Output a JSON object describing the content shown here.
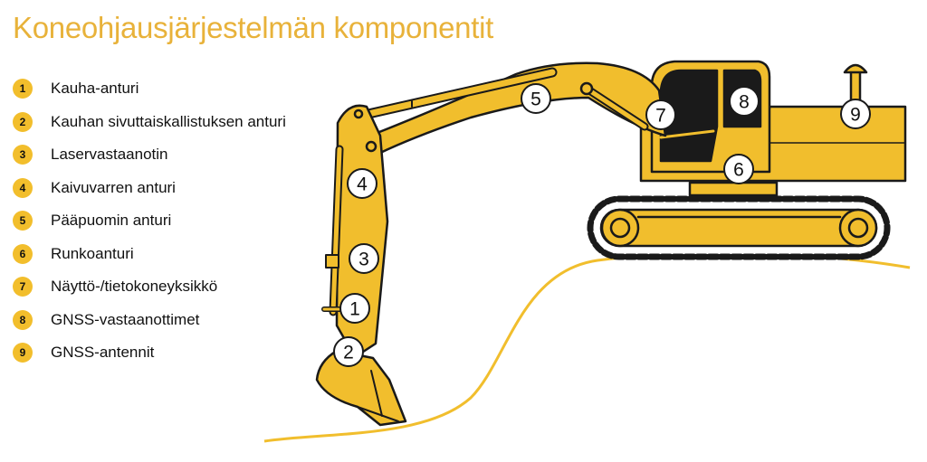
{
  "title": "Koneohjausjärjestelmän komponentit",
  "colors": {
    "accent": "#f2be2c",
    "title": "#e8b23a",
    "machine": "#f1be2d",
    "outline": "#1a1a1a",
    "ground": "#f1be2d"
  },
  "legend": [
    {
      "num": "1",
      "label": "Kauha-anturi"
    },
    {
      "num": "2",
      "label": "Kauhan sivuttaiskallistuksen anturi"
    },
    {
      "num": "3",
      "label": "Laservastaanotin"
    },
    {
      "num": "4",
      "label": "Kaivuvarren anturi"
    },
    {
      "num": "5",
      "label": "Pääpuomin anturi"
    },
    {
      "num": "6",
      "label": "Runkoanturi"
    },
    {
      "num": "7",
      "label": "Näyttö-/tietokoneyksikkö"
    },
    {
      "num": "8",
      "label": "GNSS-vastaanottimet"
    },
    {
      "num": "9",
      "label": "GNSS-antennit"
    }
  ],
  "markers": [
    "1",
    "2",
    "3",
    "4",
    "5",
    "6",
    "7",
    "8",
    "9"
  ]
}
